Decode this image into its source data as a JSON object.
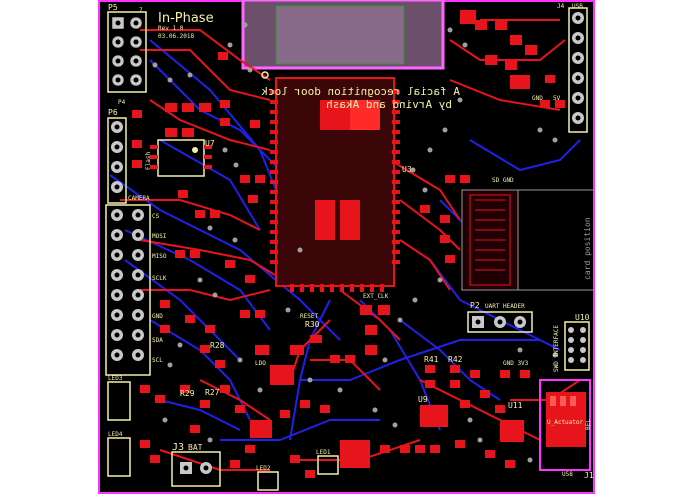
{
  "board": {
    "title": "In-Phase",
    "revision": "Rev 1.0",
    "date": "03.06.2018",
    "subtitle_line1": "A facial recognition door lock",
    "subtitle_line2": "by Arvind and Akash",
    "colors": {
      "background": "#000000",
      "outline": "#ff33ff",
      "top_copper": "#e8141c",
      "bottom_copper": "#2020e8",
      "silkscreen": "#f4f1a8",
      "pad_plated": "#c8c8c8",
      "via": "#a0a0a0",
      "antenna_keepout": "#8a6a8a"
    }
  },
  "labels": {
    "p5": "P5",
    "p5_pin": "7",
    "p6": "P6",
    "p4": "P4",
    "u7": "U7",
    "flash": "Flash",
    "camera": "CAMERA",
    "cs": "CS",
    "mosi": "MOSI",
    "miso": "MISO",
    "sclk": "SCLK",
    "gnd_left": "GND",
    "sda": "SDA",
    "scl": "SCL",
    "led3": "LED3",
    "led4": "LED4",
    "j3": "J3",
    "bat": "BAT",
    "led2": "LED2",
    "led1": "LED1",
    "r28": "R28",
    "r29": "R29",
    "r27": "R27",
    "r30": "R30",
    "ldo": "LDO",
    "reset": "RESET",
    "ext_clk": "EXT_CLK",
    "u3": "U3",
    "r41": "R41",
    "r42": "R42",
    "u9": "U9",
    "u11": "U11",
    "gnd_3v3": "GND 3V3",
    "swd_interface": "SWD INTERFACE",
    "u10": "U10",
    "p2": "P2",
    "uart_header": "UART HEADER",
    "u_actuator": "U_Actuator",
    "j1": "J1",
    "u58": "U58",
    "bel_label": "BEL",
    "sd_gnd": "SD GND",
    "card_position": "card position",
    "gnd_right": "GND",
    "v5_right": "5V",
    "usb": "USB",
    "j4": "J4"
  }
}
